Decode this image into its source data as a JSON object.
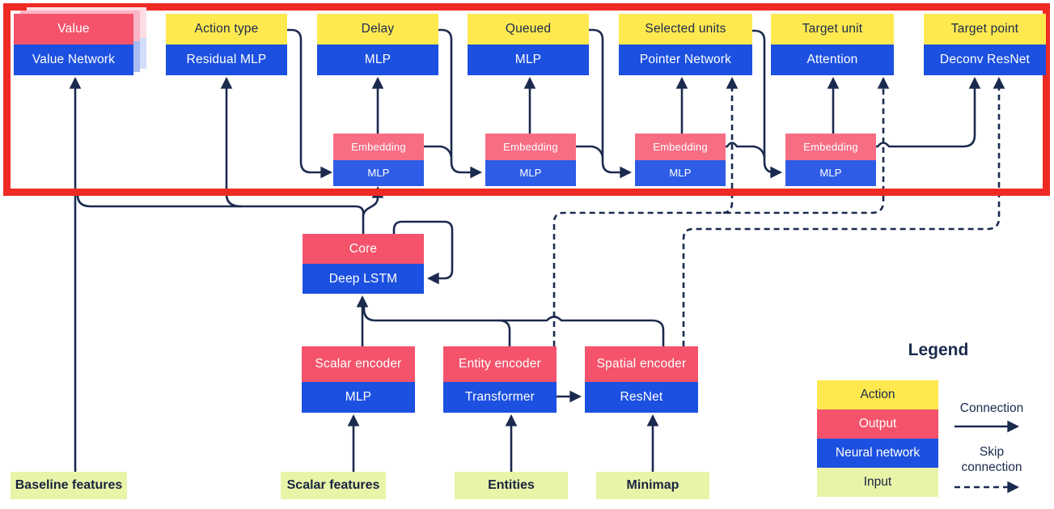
{
  "heads": [
    {
      "label": "Value",
      "network": "Value Network"
    },
    {
      "label": "Action type",
      "network": "Residual MLP"
    },
    {
      "label": "Delay",
      "network": "MLP"
    },
    {
      "label": "Queued",
      "network": "MLP"
    },
    {
      "label": "Selected units",
      "network": "Pointer Network"
    },
    {
      "label": "Target unit",
      "network": "Attention"
    },
    {
      "label": "Target point",
      "network": "Deconv ResNet"
    }
  ],
  "embeddings": [
    {
      "label": "Embedding",
      "network": "MLP"
    },
    {
      "label": "Embedding",
      "network": "MLP"
    },
    {
      "label": "Embedding",
      "network": "MLP"
    },
    {
      "label": "Embedding",
      "network": "MLP"
    }
  ],
  "core": {
    "label": "Core",
    "network": "Deep LSTM"
  },
  "encoders": [
    {
      "label": "Scalar encoder",
      "network": "MLP"
    },
    {
      "label": "Entity encoder",
      "network": "Transformer"
    },
    {
      "label": "Spatial encoder",
      "network": "ResNet"
    }
  ],
  "inputs": [
    {
      "label": "Baseline features"
    },
    {
      "label": "Scalar features"
    },
    {
      "label": "Entities"
    },
    {
      "label": "Minimap"
    }
  ],
  "legend": {
    "title": "Legend",
    "rows": [
      {
        "label": "Action",
        "type": "action"
      },
      {
        "label": "Output",
        "type": "output"
      },
      {
        "label": "Neural network",
        "type": "neural-network"
      },
      {
        "label": "Input",
        "type": "input"
      }
    ],
    "connection_label": "Connection",
    "skip_connection_label": "Skip connection"
  },
  "colors": {
    "action": "#ffe94f",
    "output": "#f4536b",
    "embedding_output": "#f76e84",
    "neural_network": "#1c50e0",
    "embedding_network": "#2e5ce6",
    "input": "#e8f5a9",
    "line": "#1b2a4e",
    "frame": "#ee2b23"
  }
}
